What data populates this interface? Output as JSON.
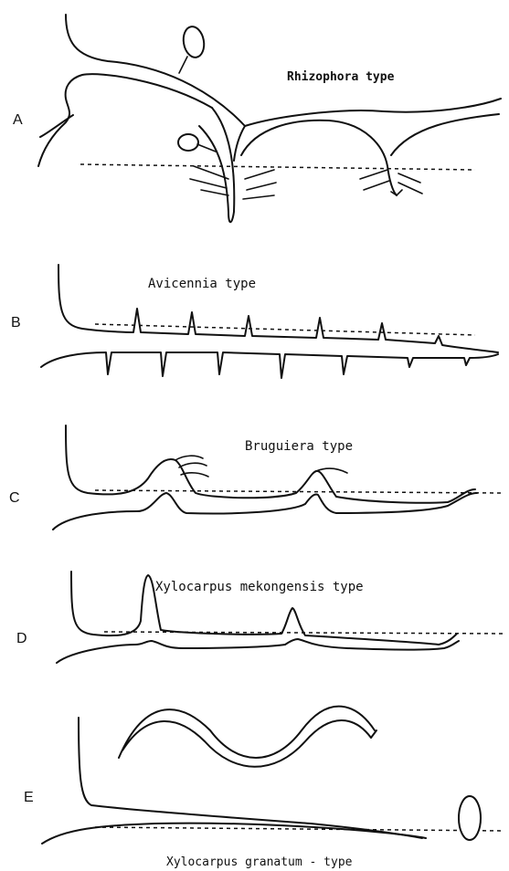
{
  "panels": [
    {
      "letter": "A",
      "title": "Rhizophora   type"
    },
    {
      "letter": "B",
      "title": "Avicennia   type"
    },
    {
      "letter": "C",
      "title": "Bruguiera   type"
    },
    {
      "letter": "D",
      "title": "Xylocarpus mekongensis   type"
    },
    {
      "letter": "E",
      "title": "Xylocarpus granatum - type"
    }
  ]
}
